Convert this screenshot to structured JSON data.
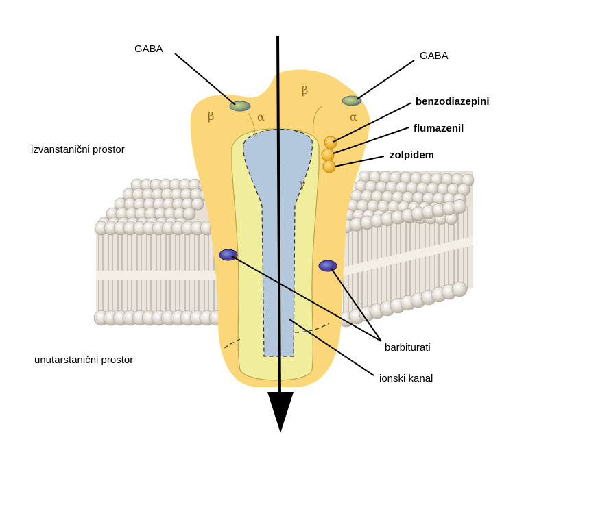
{
  "labels": {
    "gaba_left": "GABA",
    "gaba_right": "GABA",
    "benzodiazepini": "benzodiazepini",
    "flumazenil": "flumazenil",
    "zolpidem": "zolpidem",
    "izvanstanicni": "izvanstanični prostor",
    "unutarstanicni": "unutarstanični prostor",
    "barbiturati": "barbiturati",
    "ionski_kanal": "ionski kanal"
  },
  "subunits": {
    "beta_left": "β",
    "alpha_left": "α",
    "beta_center": "β",
    "alpha_right": "α",
    "gamma": "γ"
  },
  "colors": {
    "receptor_outer": "#fbd77a",
    "receptor_inner": "#f0ed9c",
    "channel": "#b3c8dc",
    "membrane_bead": "#dcd6cc",
    "membrane_tail": "#c9c1b6",
    "binding_site_gaba": "#8fa56f",
    "binding_site_barb": "#3d3fa0",
    "benzo_site": "#f3b82f",
    "arrow": "#000000"
  }
}
